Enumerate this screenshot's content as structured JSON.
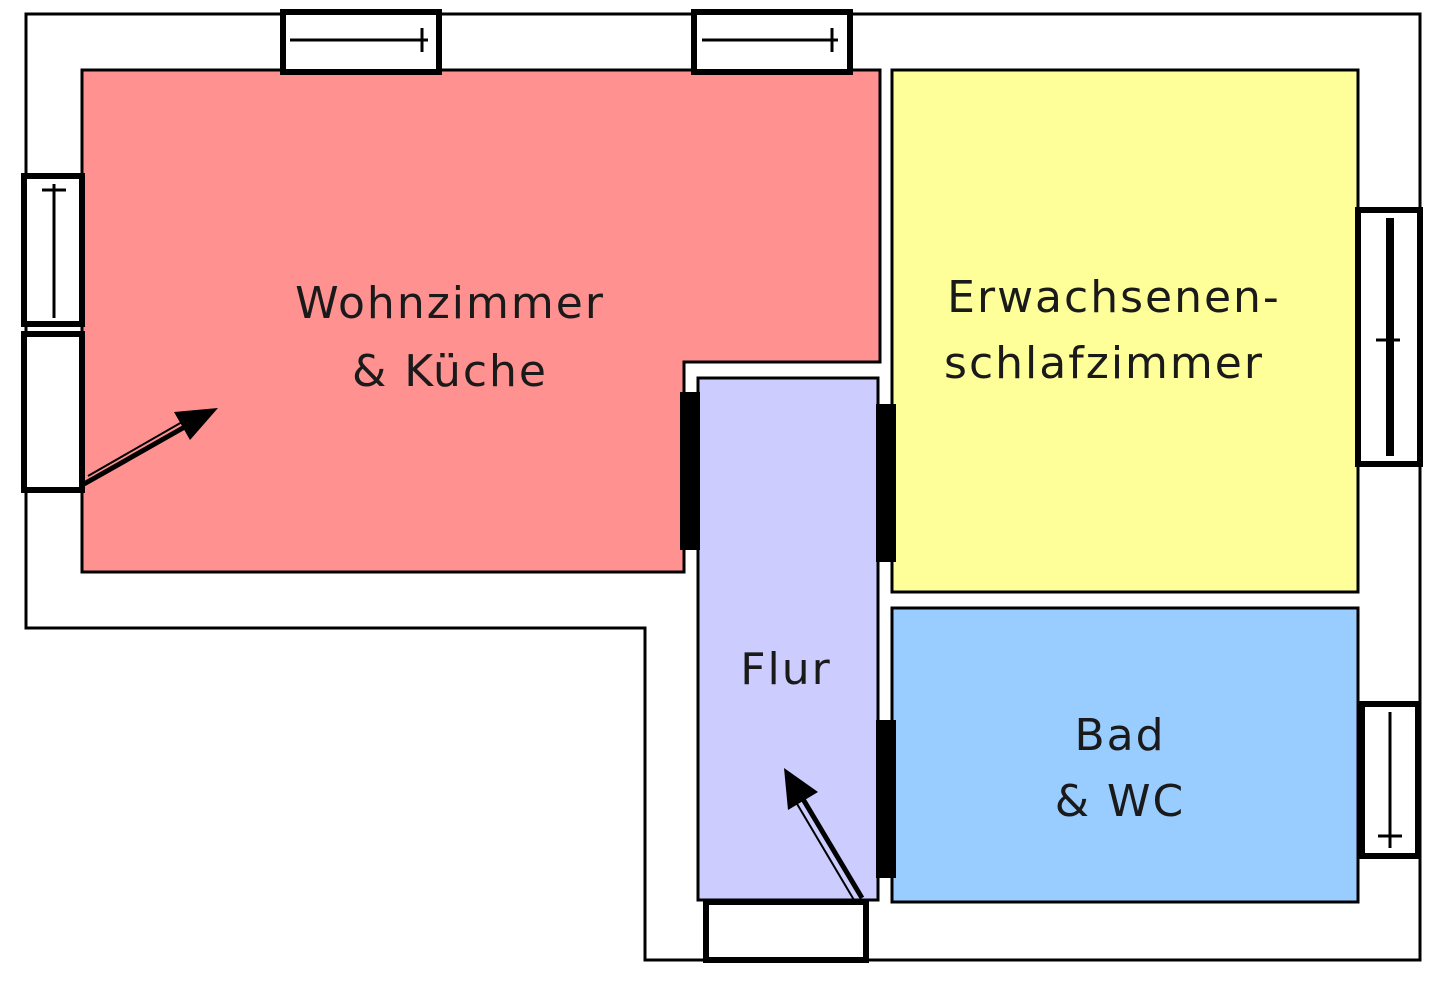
{
  "rooms": {
    "living": {
      "line1": "Wohnzimmer",
      "line2": "& Küche",
      "color": "#ff9191"
    },
    "bedroom": {
      "line1": "Erwachsenen-",
      "line2": "schlafzimmer",
      "color": "#ffff99"
    },
    "hallway": {
      "line1": "Flur",
      "color": "#ccccff"
    },
    "bath": {
      "line1": "Bad",
      "line2": "& WC",
      "color": "#99ccff"
    }
  }
}
